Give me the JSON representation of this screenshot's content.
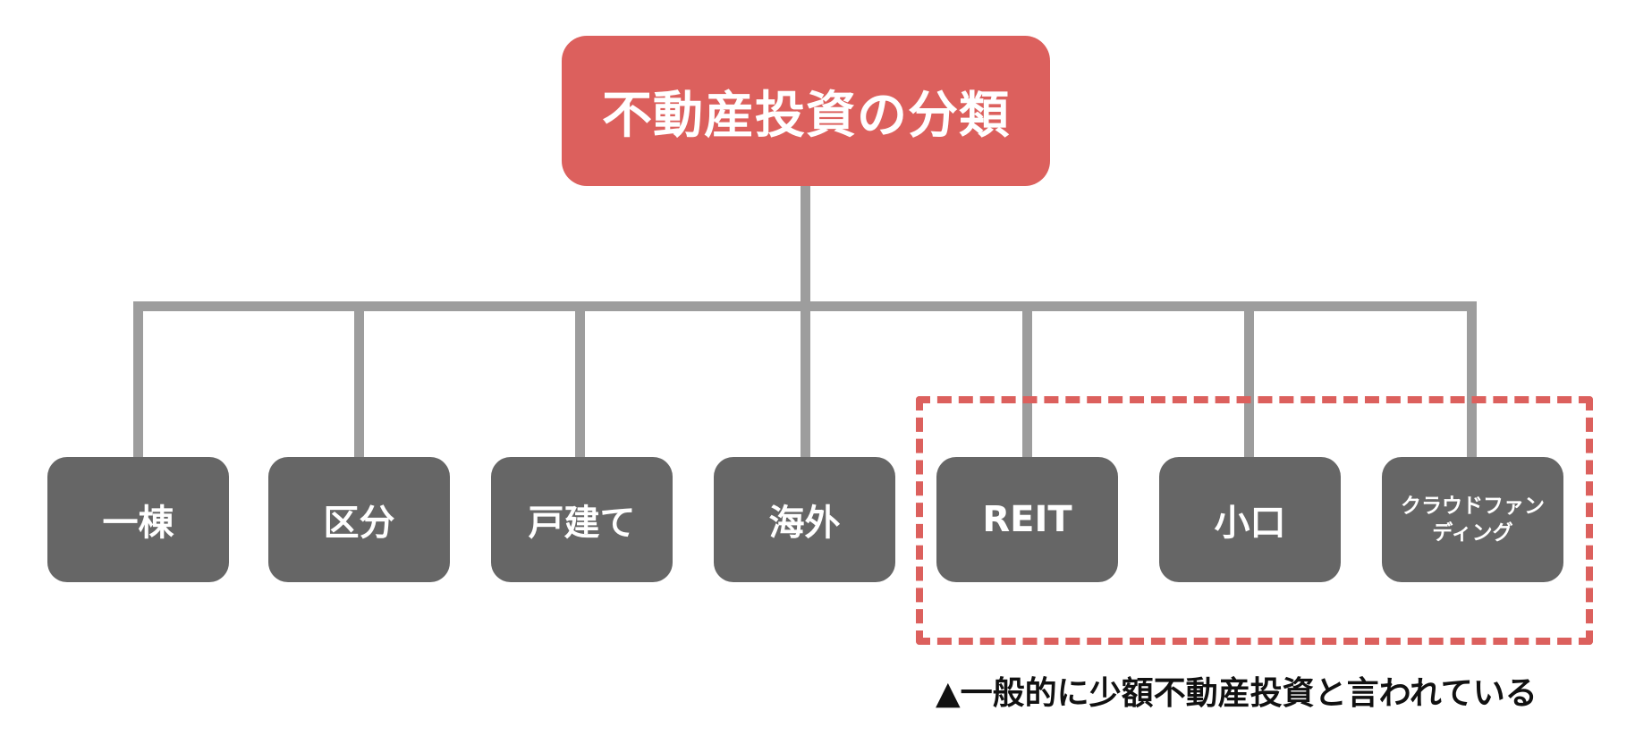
{
  "diagram": {
    "root": {
      "label": "不動産投資の分類"
    },
    "children": [
      {
        "label": "一棟"
      },
      {
        "label": "区分"
      },
      {
        "label": "戸建て"
      },
      {
        "label": "海外"
      },
      {
        "label": "REIT"
      },
      {
        "label": "小口"
      },
      {
        "label": "クラウドファンディング"
      }
    ],
    "note": "▲一般的に少額不動産投資と言われている",
    "colors": {
      "root_fill": "#dc605d",
      "child_fill": "#666666",
      "connector": "#9d9d9d",
      "highlight_border": "#dc605d",
      "text_light": "#ffffff",
      "text_dark": "#111111"
    }
  }
}
